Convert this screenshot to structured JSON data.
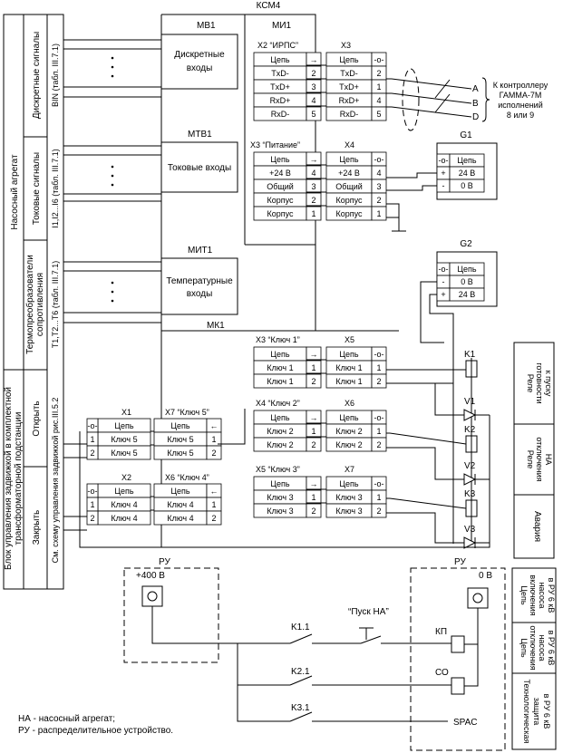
{
  "top_title": "КСМ4",
  "modules": {
    "mv1": {
      "name": "МВ1",
      "label_line1": "Дискретные",
      "label_line2": "входы"
    },
    "mi1": {
      "name": "МИ1"
    },
    "mtv1": {
      "name": "МТВ1",
      "label": "Токовые входы"
    },
    "mit1": {
      "name": "МИТ1",
      "label_line1": "Температурные",
      "label_line2": "входы"
    },
    "mk1": {
      "name": "МК1"
    }
  },
  "left_panel": {
    "pump_unit": "Насосный агрегат",
    "discrete_signals": "Дискретные сигналы",
    "bin_ref": "BIN  (табл. III.7.1)",
    "current_signals": "Токовые сигналы",
    "current_ref": "I1,I2...I6  (табл. III.7.1)",
    "thermo_line1": "Термопреобразователи",
    "thermo_line2": "сопротивления",
    "thermo_ref": "T1,T2...T6  (табл. III.7.1)",
    "valve_block_line1": "Блок управления задвижкой в комплектной",
    "valve_block_line2": "трансформаторной подстанции",
    "open": "Открыть",
    "close": "Закрыть",
    "see_scheme": "См. схему управления задвижкой рис.III.5.2"
  },
  "connectors": {
    "x2": {
      "title": "X2 “ИРПС”",
      "header": "Цепь",
      "rows": [
        {
          "name": "TxD-",
          "pin": "2"
        },
        {
          "name": "TxD+",
          "pin": "3"
        },
        {
          "name": "RxD+",
          "pin": "4"
        },
        {
          "name": "RxD-",
          "pin": "5"
        }
      ]
    },
    "x3a": {
      "title": "X3",
      "header": "Цепь",
      "rows": [
        {
          "name": "TxD-",
          "pin": "2"
        },
        {
          "name": "TxD+",
          "pin": "1"
        },
        {
          "name": "RxD+",
          "pin": "4"
        },
        {
          "name": "RxD-",
          "pin": "5"
        }
      ]
    },
    "x3b": {
      "title": "X3 “Питание”",
      "header": "Цепь",
      "rows": [
        {
          "name": "+24 В",
          "pin": "4"
        },
        {
          "name": "Общий",
          "pin": "3"
        },
        {
          "name": "Корпус",
          "pin": "2"
        },
        {
          "name": "Корпус",
          "pin": "1"
        }
      ]
    },
    "x4": {
      "title": "X4",
      "header": "Цепь",
      "rows": [
        {
          "name": "+24 В",
          "pin": "4"
        },
        {
          "name": "Общий",
          "pin": "3"
        },
        {
          "name": "Корпус",
          "pin": "2"
        },
        {
          "name": "Корпус",
          "pin": "1"
        }
      ]
    },
    "x3c": {
      "title": "X3 “Ключ 1”",
      "header": "Цепь",
      "rows": [
        {
          "name": "Ключ 1",
          "pin": "1"
        },
        {
          "name": "Ключ 1",
          "pin": "2"
        }
      ]
    },
    "x5": {
      "title": "X5",
      "header": "Цепь",
      "rows": [
        {
          "name": "Ключ 1",
          "pin": "1"
        },
        {
          "name": "Ключ 1",
          "pin": "2"
        }
      ]
    },
    "x4b": {
      "title": "X4 “Ключ 2”",
      "header": "Цепь",
      "rows": [
        {
          "name": "Ключ 2",
          "pin": "1"
        },
        {
          "name": "Ключ 2",
          "pin": "2"
        }
      ]
    },
    "x6": {
      "title": "X6",
      "header": "Цепь",
      "rows": [
        {
          "name": "Ключ 2",
          "pin": "1"
        },
        {
          "name": "Ключ 2",
          "pin": "2"
        }
      ]
    },
    "x5b": {
      "title": "X5 “Ключ 3”",
      "header": "Цепь",
      "rows": [
        {
          "name": "Ключ 3",
          "pin": "1"
        },
        {
          "name": "Ключ 3",
          "pin": "2"
        }
      ]
    },
    "x7": {
      "title": "X7",
      "header": "Цепь",
      "rows": [
        {
          "name": "Ключ 3",
          "pin": "1"
        },
        {
          "name": "Ключ 3",
          "pin": "2"
        }
      ]
    },
    "x1": {
      "title": "X1",
      "header": "Цепь",
      "rows": [
        {
          "name": "Ключ 5",
          "pin": "1"
        },
        {
          "name": "Ключ 5",
          "pin": "2"
        }
      ]
    },
    "x7b": {
      "title": "X7 “Ключ 5”",
      "header": "Цепь",
      "rows": [
        {
          "name": "Ключ 5",
          "pin": "1"
        },
        {
          "name": "Ключ 5",
          "pin": "2"
        }
      ]
    },
    "x2b": {
      "title": "X2",
      "header": "Цепь",
      "rows": [
        {
          "name": "Ключ 4",
          "pin": "1"
        },
        {
          "name": "Ключ 4",
          "pin": "2"
        }
      ]
    },
    "x6b": {
      "title": "X6 “Ключ 4”",
      "header": "Цепь",
      "rows": [
        {
          "name": "Ключ 4",
          "pin": "1"
        },
        {
          "name": "Ключ 4",
          "pin": "2"
        }
      ]
    }
  },
  "g1": {
    "name": "G1",
    "header": "Цепь",
    "rows": [
      {
        "sign": "+",
        "value": "24 В"
      },
      {
        "sign": "-",
        "value": "0 В"
      }
    ]
  },
  "g2": {
    "name": "G2",
    "header": "Цепь",
    "rows": [
      {
        "sign": "-",
        "value": "0 В"
      },
      {
        "sign": "+",
        "value": "24 В"
      }
    ]
  },
  "controller": {
    "line1": "К контроллеру",
    "line2": "ГАММА-7М",
    "line3": "исполнений",
    "line4": "8 или 9",
    "terminals": [
      "A",
      "B",
      "D"
    ]
  },
  "relays": {
    "k1": "K1",
    "k2": "K2",
    "k3": "K3",
    "v1": "V1",
    "v2": "V2",
    "v3": "V3"
  },
  "right_boxes": {
    "ready_line1": "Реле",
    "ready_line2": "готовности",
    "ready_line3": "к пуску",
    "off_line1": "Реле",
    "off_line2": "отключения",
    "off_line3": "НА",
    "alarm": "Авария"
  },
  "bottom": {
    "ru_left": "РУ",
    "ru_right": "РУ",
    "v400": "+400 В",
    "v0": "0 В",
    "start_button": "“Пуск НА”",
    "k11": "K1.1",
    "k21": "K2.1",
    "k31": "K3.1",
    "kp": "КП",
    "co": "СО",
    "spac": "SPAC",
    "legend_na": "НА - насосный агрегат;",
    "legend_ru": "РУ - распределительное устройство.",
    "right_col": {
      "c1_line1": "Цепь",
      "c1_line2": "включения",
      "c1_line3": "насоса",
      "c1_line4": "в РУ 6 кВ",
      "c2_line1": "Цепь",
      "c2_line2": "отключения",
      "c2_line3": "насоса",
      "c2_line4": "в РУ 6 кВ",
      "c3_line1": "Технологическая",
      "c3_line2": "защита",
      "c3_line3": "в РУ 6 кВ"
    }
  }
}
